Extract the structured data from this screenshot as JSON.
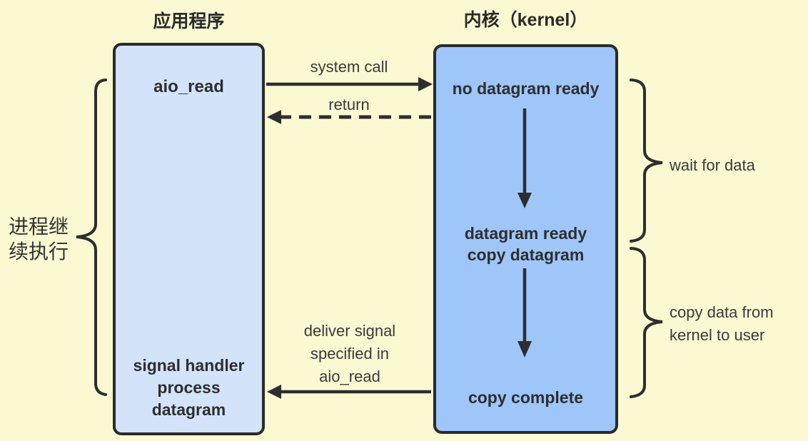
{
  "colors": {
    "background": "#FBF9D2",
    "app_box_fill": "#D3E3FA",
    "kernel_box_fill": "#9EC6F8",
    "border": "#2B2B2B",
    "text": "#333333"
  },
  "titles": {
    "app": "应用程序",
    "kernel": "内核（kernel）"
  },
  "app_box": {
    "top_label": "aio_read",
    "bottom_label_lines": [
      "signal handler",
      "process",
      "datagram"
    ]
  },
  "kernel_box": {
    "state_top": "no datagram ready",
    "state_middle_lines": [
      "datagram ready",
      "copy datagram"
    ],
    "state_bottom": "copy complete"
  },
  "arrows": {
    "system_call_label": "system call",
    "return_label": "return",
    "deliver_signal_lines": [
      "deliver signal",
      "specified in",
      "aio_read"
    ]
  },
  "braces": {
    "left_label_lines": [
      "进程继",
      "续执行"
    ],
    "right_top_label": "wait for data",
    "right_bottom_label_lines": [
      "copy data from",
      "kernel to user"
    ]
  }
}
